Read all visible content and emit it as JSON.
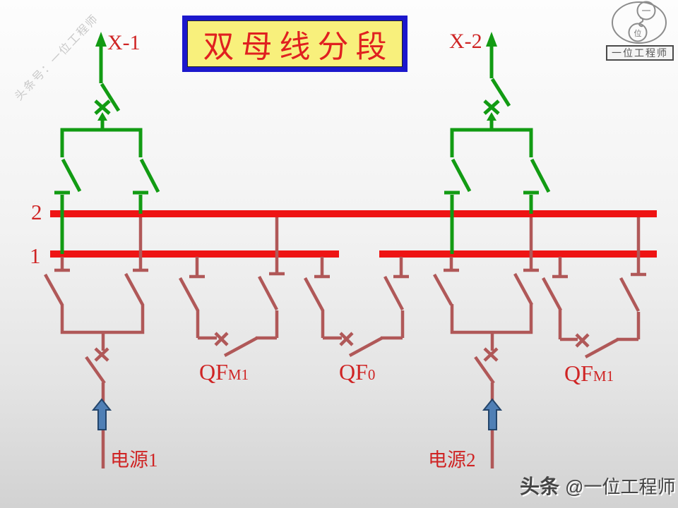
{
  "title": {
    "text": "双母线分段"
  },
  "labels": {
    "feeder_left": "X-1",
    "feeder_right": "X-2",
    "bus_upper": "2",
    "bus_lower": "1",
    "source_left": "电源1",
    "source_right": "电源2"
  },
  "breakers": {
    "coupler_left": {
      "main": "QF",
      "sub": "M1"
    },
    "sectionalizer": {
      "main": "QF",
      "sub": "0"
    },
    "coupler_right": {
      "main": "QF",
      "sub": "M1"
    }
  },
  "watermarks": {
    "diagonal": "头条号：一位工程师",
    "footer_bold": "头条",
    "footer_rest": "@一位工程师"
  },
  "logo": {
    "circle_top_char": "一",
    "circle_bottom_char": "位",
    "box_text": "一位工程师"
  },
  "colors": {
    "bus_red": "#ee1414",
    "line_green": "#129b13",
    "line_brown": "#b05858",
    "label_red": "#cf2424",
    "title_text": "#e02020",
    "title_bg": "#f8f07c",
    "title_border": "#1c18cc",
    "arrow_fill": "#4f7fb5",
    "arrow_border": "#24456b",
    "watermark": "#c9c9c9",
    "footer_text": "#454545",
    "logo": "#8c8c8c",
    "bg_top": "#fdfdfd",
    "bg_bottom": "#d2d2d2"
  }
}
